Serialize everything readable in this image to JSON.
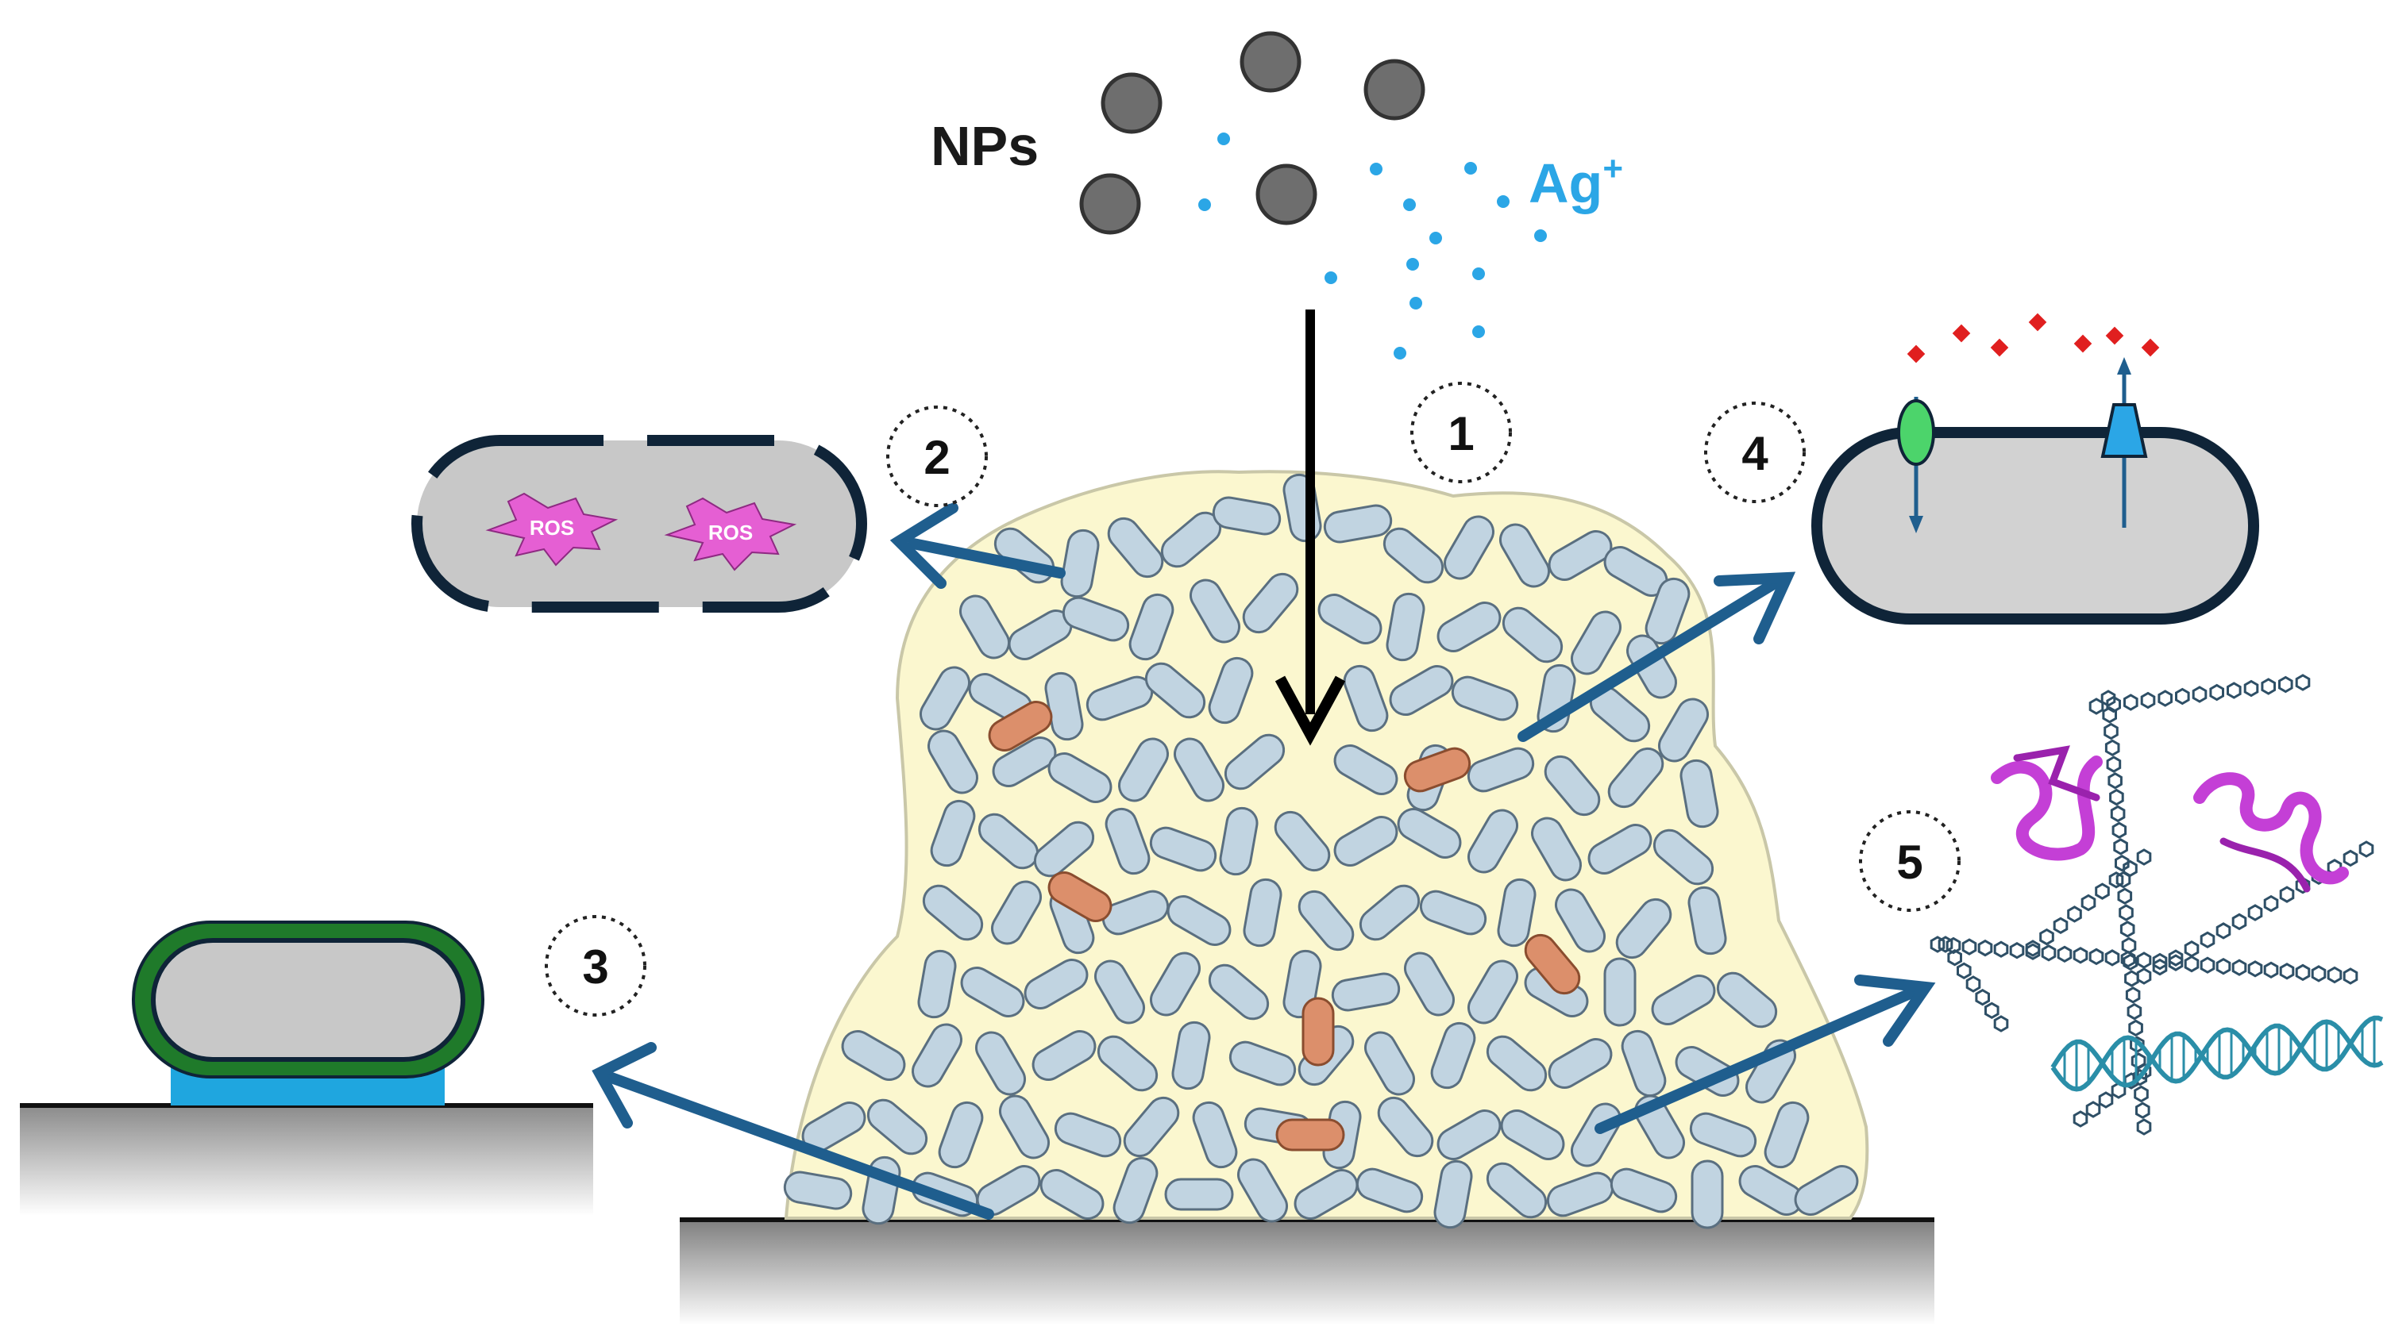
{
  "labels": {
    "nanoparticles": "NPs",
    "silver_ion": "Ag",
    "silver_ion_charge": "+",
    "ros": "ROS"
  },
  "steps": [
    "1",
    "2",
    "3",
    "4",
    "5"
  ],
  "colors": {
    "biofilm_matrix": "#fbf7cf",
    "cell_normal": "#c1d4e1",
    "cell_stressed": "#dc8f6b",
    "nanoparticle": "#6e6e6e",
    "silver_ion": "#2ba6e6",
    "arrow": "#1f5e8e",
    "ros": "#e55fd3",
    "efflux_signal": "#e01f1f",
    "protein": "#c43fd6",
    "polysaccharide": "#2e4f66",
    "dna": "#2a8ea8",
    "cell_envelope": "#0f2438",
    "capsule": "#1f7a2a",
    "adhesion_layer": "#1fa6df"
  }
}
